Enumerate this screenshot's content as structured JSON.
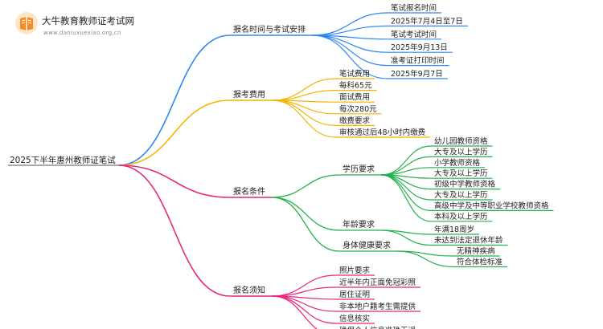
{
  "logo": {
    "title": "大牛教育教师证考试网",
    "url": "www.daniuxuexiao.org.cn"
  },
  "root": "2025下半年惠州教师证笔试",
  "colors": {
    "blue": "#2f86f6",
    "orange": "#f4b400",
    "pink": "#e8257b",
    "green": "#22b14c"
  },
  "branches": [
    {
      "label": "报名时间与考试安排",
      "color": "blue",
      "items": [
        "笔试报名时间",
        "2025年7月4日至7日",
        "笔试考试时间",
        "2025年9月13日",
        "准考证打印时间",
        "2025年9月7日"
      ]
    },
    {
      "label": "报考费用",
      "color": "orange",
      "items": [
        "笔试费用",
        "每科65元",
        "面试费用",
        "每次280元",
        "缴费要求",
        "审核通过后48小时内缴费"
      ]
    },
    {
      "label": "报名条件",
      "color": "pink",
      "sub": [
        {
          "label": "学历要求",
          "items": [
            "幼儿园教师资格",
            "大专及以上学历",
            "小学教师资格",
            "大专及以上学历",
            "初级中学教师资格",
            "大专及以上学历",
            "高级中学及中等职业学校教师资格",
            "本科及以上学历"
          ]
        },
        {
          "label": "年龄要求",
          "items": [
            "年满18周岁",
            "未达到法定退休年龄"
          ]
        },
        {
          "label": "身体健康要求",
          "items": [
            "无精神疾病",
            "符合体检标准"
          ]
        }
      ]
    },
    {
      "label": "报名须知",
      "color": "pink",
      "items": [
        "照片要求",
        "近半年内正面免冠彩照",
        "居住证明",
        "非本地户籍考生需提供",
        "信息核实",
        "确保个人信息准确无误"
      ]
    }
  ]
}
